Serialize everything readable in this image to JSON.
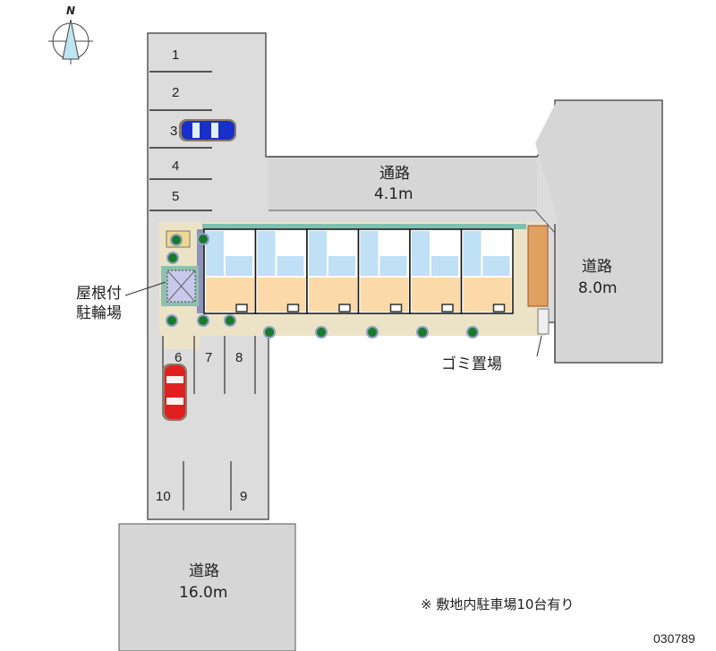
{
  "compass": {
    "north_label": "N"
  },
  "roads": {
    "passage": {
      "name": "通路",
      "width": "4.1m"
    },
    "east": {
      "name": "道路",
      "width": "8.0m"
    },
    "south": {
      "name": "道路",
      "width": "16.0m"
    }
  },
  "parking_spaces": [
    "1",
    "2",
    "3",
    "4",
    "5",
    "6",
    "7",
    "8",
    "9",
    "10"
  ],
  "labels": {
    "bicycle_line1": "屋根付",
    "bicycle_line2": "駐輪場",
    "garbage": "ゴミ置場"
  },
  "footer": {
    "note": "※ 敷地内駐車場10台有り",
    "id": "030789"
  },
  "colors": {
    "road": "#d9d9d9",
    "ground": "#ece3c6",
    "room": "#fbd9a8",
    "wet_area": "#bfe0f5",
    "car_blue": "#1a2fc8",
    "car_red": "#e02020",
    "tree": "#1a7a2a"
  }
}
